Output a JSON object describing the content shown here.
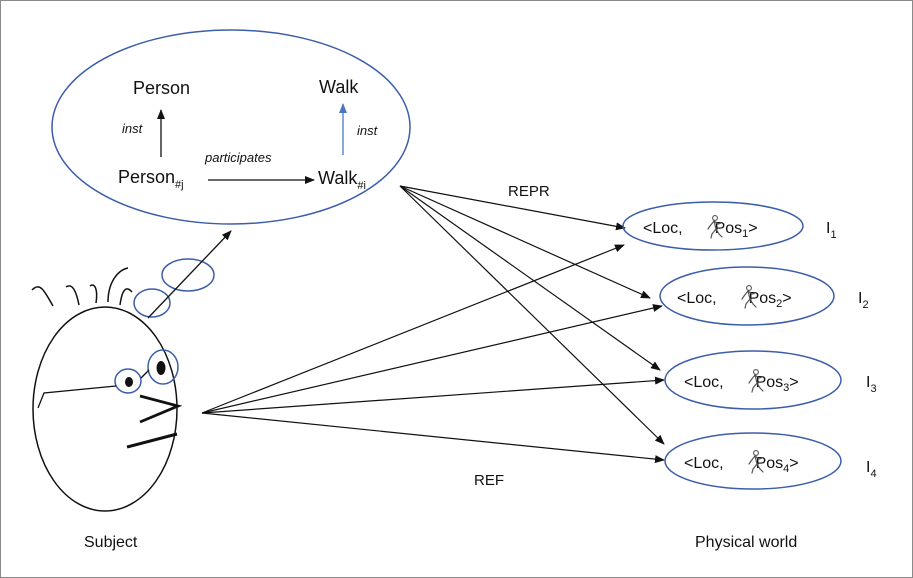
{
  "thought": {
    "concept_person": "Person",
    "concept_walk": "Walk",
    "inst_left": "inst",
    "inst_right": "inst",
    "relation": "participates",
    "person_instance": "Person",
    "person_index": "#j",
    "walk_instance": "Walk",
    "walk_index": "#i"
  },
  "relations": {
    "repr": "REPR",
    "ref": "REF"
  },
  "captions": {
    "subject": "Subject",
    "world": "Physical world"
  },
  "tuples": [
    {
      "prefix": "<Loc,",
      "pos": "Pos",
      "idx": "1",
      "close": ">",
      "label": "I",
      "label_idx": "1",
      "icon": "walking-person-icon"
    },
    {
      "prefix": "<Loc,",
      "pos": "Pos",
      "idx": "2",
      "close": ">",
      "label": "I",
      "label_idx": "2",
      "icon": "walking-person-icon"
    },
    {
      "prefix": "<Loc,",
      "pos": "Pos",
      "idx": "3",
      "close": ">",
      "label": "I",
      "label_idx": "3",
      "icon": "walking-person-icon"
    },
    {
      "prefix": "<Loc,",
      "pos": "Pos",
      "idx": "4",
      "close": ">",
      "label": "I",
      "label_idx": "4",
      "icon": "walking-person-icon"
    }
  ],
  "colors": {
    "ellipse_stroke": "#3b5ea8",
    "arrow": "#111111",
    "inst_arrow_blue": "#4a78c0"
  }
}
